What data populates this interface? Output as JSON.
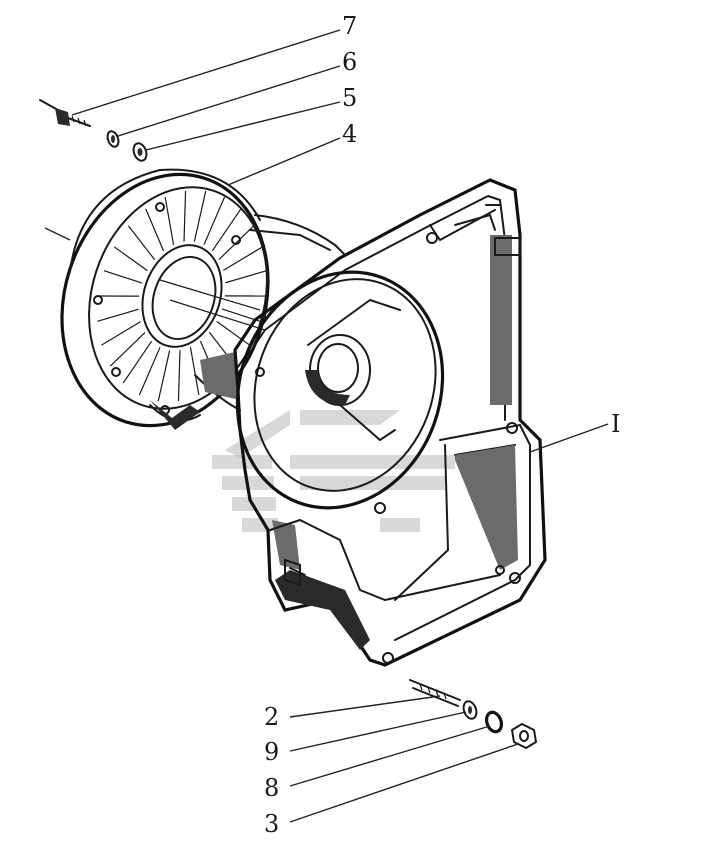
{
  "callouts": [
    {
      "id": "7",
      "label": "7"
    },
    {
      "id": "6",
      "label": "6"
    },
    {
      "id": "5",
      "label": "5"
    },
    {
      "id": "4",
      "label": "4"
    },
    {
      "id": "I",
      "label": "I"
    },
    {
      "id": "2",
      "label": "2"
    },
    {
      "id": "9",
      "label": "9"
    },
    {
      "id": "8",
      "label": "8"
    },
    {
      "id": "3",
      "label": "3"
    }
  ],
  "colors": {
    "ink": "#1a1a1a",
    "paper": "#ffffff",
    "watermark": "#b8b8b8"
  }
}
